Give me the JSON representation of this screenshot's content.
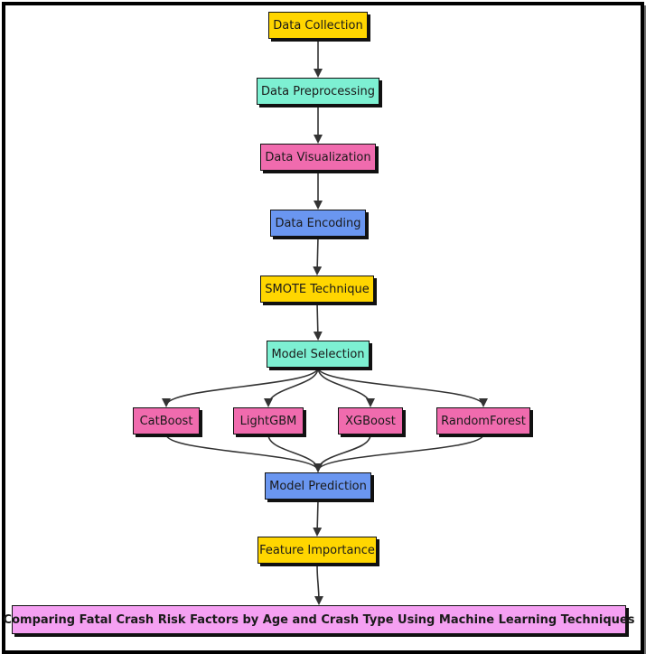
{
  "colors": {
    "yellow": "#FFD600",
    "teal": "#7DF0D2",
    "pink": "#F06BAE",
    "blue": "#6A96F0",
    "violet": "#F5A0F2"
  },
  "nodes": {
    "data_collection": "Data Collection",
    "data_preprocessing": "Data Preprocessing",
    "data_visualization": "Data Visualization",
    "data_encoding": "Data Encoding",
    "smote_technique": "SMOTE Technique",
    "model_selection": "Model Selection",
    "catboost": "CatBoost",
    "lightgbm": "LightGBM",
    "xgboost": "XGBoost",
    "randomforest": "RandomForest",
    "model_prediction": "Model Prediction",
    "feature_importance": "Feature Importance",
    "final_title": "Comparing Fatal Crash Risk Factors by Age and Crash Type Using Machine Learning Techniques"
  },
  "node_colors": {
    "data_collection": "yellow",
    "data_preprocessing": "teal",
    "data_visualization": "pink",
    "data_encoding": "blue",
    "smote_technique": "yellow",
    "model_selection": "teal",
    "catboost": "pink",
    "lightgbm": "pink",
    "xgboost": "pink",
    "randomforest": "pink",
    "model_prediction": "blue",
    "feature_importance": "yellow",
    "final_title": "violet"
  },
  "edges": [
    [
      "data_collection",
      "data_preprocessing"
    ],
    [
      "data_preprocessing",
      "data_visualization"
    ],
    [
      "data_visualization",
      "data_encoding"
    ],
    [
      "data_encoding",
      "smote_technique"
    ],
    [
      "smote_technique",
      "model_selection"
    ],
    [
      "model_selection",
      "catboost"
    ],
    [
      "model_selection",
      "lightgbm"
    ],
    [
      "model_selection",
      "xgboost"
    ],
    [
      "model_selection",
      "randomforest"
    ],
    [
      "catboost",
      "model_prediction"
    ],
    [
      "lightgbm",
      "model_prediction"
    ],
    [
      "xgboost",
      "model_prediction"
    ],
    [
      "randomforest",
      "model_prediction"
    ],
    [
      "model_prediction",
      "feature_importance"
    ],
    [
      "feature_importance",
      "final_title"
    ]
  ]
}
